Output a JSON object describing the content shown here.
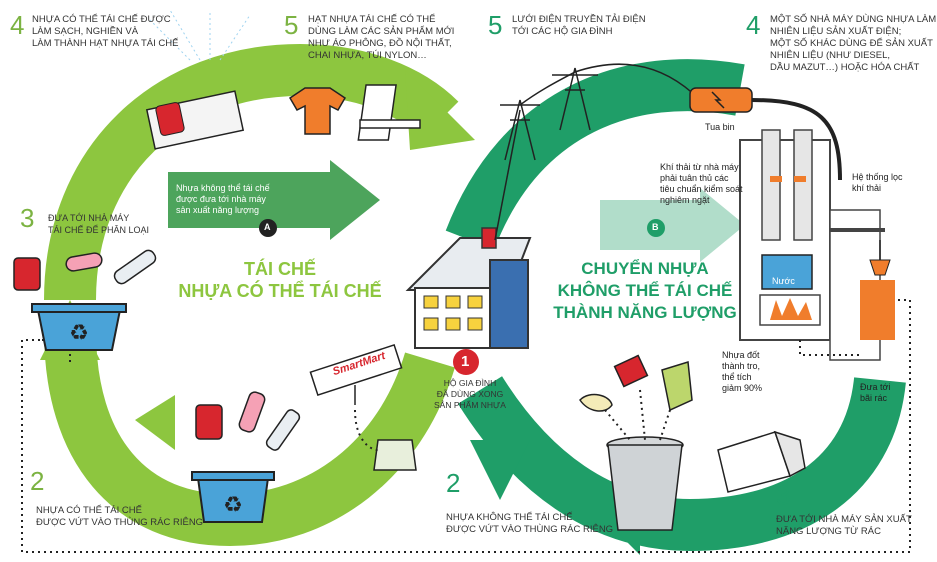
{
  "left_cycle": {
    "title": [
      "TÁI CHẾ",
      "NHỰA CÓ THỂ TÁI CHẾ"
    ],
    "color": "#8dc63f",
    "steps": [
      {
        "num": "2",
        "text": [
          "NHỰA CÓ THỂ TÁI CHẾ",
          "ĐƯỢC VỨT VÀO THÙNG RÁC RIÊNG"
        ]
      },
      {
        "num": "3",
        "text": [
          "ĐƯA TỚI NHÀ MÁY",
          "TÁI CHẾ ĐỂ PHÂN LOẠI"
        ]
      },
      {
        "num": "4",
        "text": [
          "NHỰA CÓ THỂ TÁI CHẾ ĐƯỢC",
          "LÀM SẠCH, NGHIỀN VÀ",
          "LÀM THÀNH HẠT NHỰA TÁI CHẾ"
        ]
      },
      {
        "num": "5",
        "text": [
          "HẠT NHỰA TÁI CHẾ CÓ THỂ",
          "DÙNG LÀM CÁC SẢN PHẨM MỚI",
          "NHƯ ÁO PHÔNG, ĐỒ NỘI THẤT,",
          "CHAI NHỰA, TÚI NYLON…"
        ]
      }
    ]
  },
  "right_cycle": {
    "title": [
      "CHUYỂN NHỰA",
      "KHÔNG THỂ TÁI CHẾ",
      "THÀNH NĂNG LƯỢNG"
    ],
    "color": "#1f9e68",
    "steps": [
      {
        "num": "2",
        "text": [
          "NHỰA KHÔNG THỂ TÁI CHẾ",
          "ĐƯỢC VỨT VÀO THÙNG  RÁC RIÊNG"
        ]
      },
      {
        "num": "3",
        "text": [
          "ĐƯA TỚI NHÀ MÁY SẢN XUẤT",
          "NĂNG LƯỢNG TỪ RÁC"
        ]
      },
      {
        "num": "4",
        "text": [
          "MỘT SỐ NHÀ MÁY DÙNG NHỰA LÀM",
          "NHIÊN LIỆU SẢN XUẤT ĐIỆN;",
          "MỘT SỐ KHÁC DÙNG ĐỂ SẢN XUẤT",
          "NHIÊN LIỆU (NHƯ DIESEL,",
          "DẦU MAZUT…) HOẶC HÓA CHẤT"
        ]
      },
      {
        "num": "5",
        "text": [
          "LƯỚI ĐIỆN TRUYỀN TẢI ĐIỆN",
          "TỚI CÁC HỘ GIA ĐÌNH"
        ]
      }
    ]
  },
  "center": {
    "step_num": "1",
    "text": [
      "HỘ GIA ĐÌNH",
      "ĐÃ DÙNG XONG",
      "SẢN PHẨM NHỰA"
    ],
    "arrow_a": {
      "text": [
        "Nhựa không thể tái chế",
        "được đưa tới nhà máy",
        "sản xuất năng lượng"
      ],
      "badge": "A"
    },
    "arrow_b": {
      "badge": "B"
    }
  },
  "plant_labels": {
    "turbine": "Tua bin",
    "emission": [
      "Khí thải từ nhà máy",
      "phải tuân thủ các",
      "tiêu chuẩn kiểm soát",
      "nghiêm ngặt"
    ],
    "filter": [
      "Hệ thống lọc",
      "khí thải"
    ],
    "water": "Nước",
    "ash": [
      "Nhựa đốt",
      "thành tro,",
      "thể tích",
      "giảm 90%"
    ],
    "landfill": [
      "Đưa tới",
      "bãi rác"
    ]
  },
  "store_sign": "SmartMart",
  "colors": {
    "light_green": "#8dc63f",
    "dark_green": "#1f9e68",
    "red": "#d7262e",
    "blue_bin": "#4aa3d8",
    "house_blue": "#3a6fb0"
  }
}
